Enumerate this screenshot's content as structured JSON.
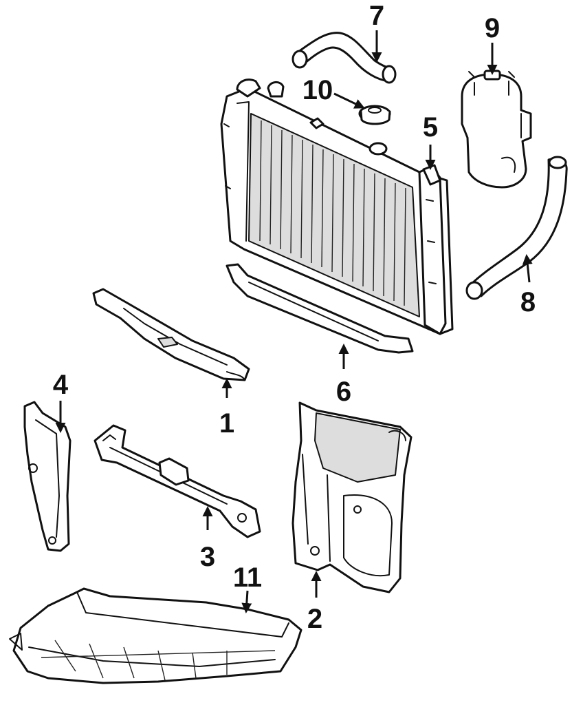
{
  "callouts": [
    {
      "id": "1",
      "label": "1"
    },
    {
      "id": "2",
      "label": "2"
    },
    {
      "id": "3",
      "label": "3"
    },
    {
      "id": "4",
      "label": "4"
    },
    {
      "id": "5",
      "label": "5"
    },
    {
      "id": "6",
      "label": "6"
    },
    {
      "id": "7",
      "label": "7"
    },
    {
      "id": "8",
      "label": "8"
    },
    {
      "id": "9",
      "label": "9"
    },
    {
      "id": "10",
      "label": "10"
    },
    {
      "id": "11",
      "label": "11"
    }
  ],
  "colors": {
    "line": "#111111",
    "background": "#ffffff",
    "shade": "#dddddd"
  }
}
